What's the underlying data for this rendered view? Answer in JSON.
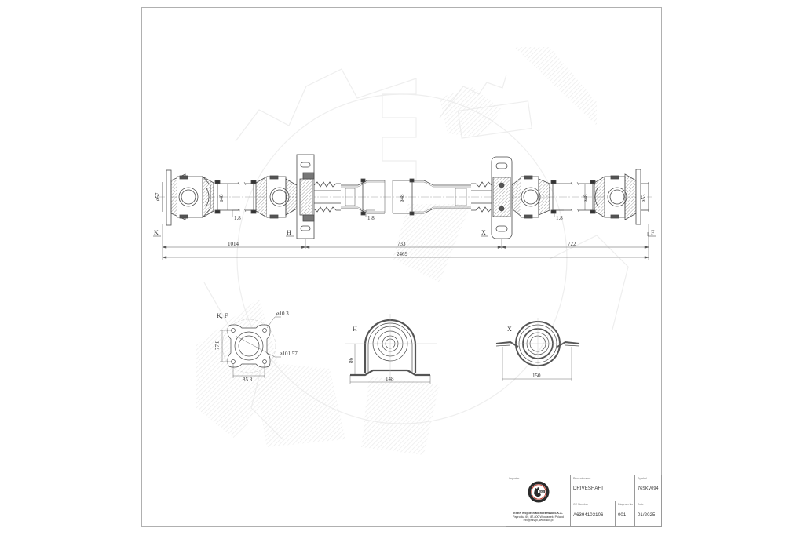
{
  "drawing": {
    "main_view": {
      "section_labels": [
        "K",
        "H",
        "X",
        "F"
      ],
      "diameters": {
        "left_flange": "ø57",
        "left_tube": "ø48",
        "center_tube": "ø48",
        "right_tube": "ø48",
        "right_flange": "ø53"
      },
      "wall_thickness": [
        "1.8",
        "1.8",
        "1.8"
      ],
      "dimensions": {
        "segment_1": "1014",
        "segment_2": "733",
        "segment_3": "722",
        "overall": "2469"
      }
    },
    "detail_kf": {
      "title": "K, F",
      "hole_dia": "ø10.3",
      "bolt_circle": "ø101.57",
      "height": "77.8",
      "width": "85.3"
    },
    "detail_h": {
      "title": "H",
      "height": "86",
      "width": "148"
    },
    "detail_x": {
      "title": "X",
      "width": "150"
    }
  },
  "title_block": {
    "importer_caption": "Importer",
    "importer_name": "ESEN Wojciech Michorzewski S.K.A.",
    "importer_address": "Paproćka 69, 87-800 Włocławek, Poland",
    "importer_contact": "info@skv.pl, www.skv.pl",
    "logo_text": "SKV",
    "product_name_caption": "Product name",
    "product_name": "DRIVESHAFT",
    "symbol_caption": "Symbol",
    "symbol": "76SKV094",
    "oe_caption": "OE Number",
    "oe_number": "A6394103106",
    "diagram_caption": "Diagram No",
    "diagram_no": "001",
    "date_caption": "Date",
    "date": "01/2025"
  },
  "colors": {
    "line": "#4a4a4a",
    "frame": "#b0b0b0",
    "watermark": "#ededed",
    "logo_red": "#c0392b",
    "logo_dark": "#2b2b2b"
  }
}
